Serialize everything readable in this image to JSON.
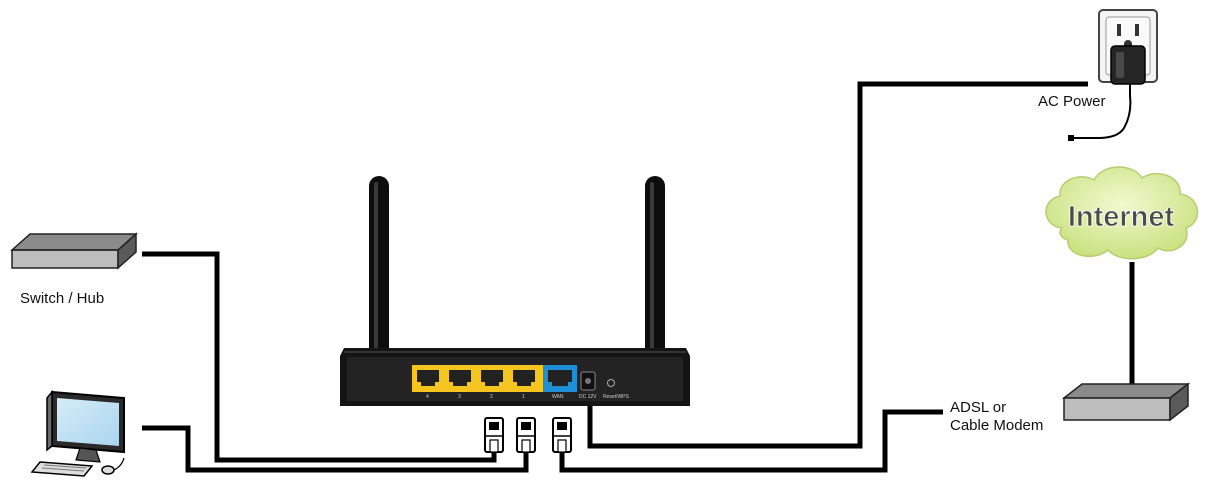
{
  "labels": {
    "ac_power": "AC Power",
    "switch_hub": "Switch / Hub",
    "modem_line1": "ADSL or",
    "modem_line2": "Cable Modem",
    "internet": "Internet"
  },
  "router": {
    "lan_ports": [
      "4",
      "3",
      "2",
      "1"
    ],
    "wan_port": "WAN",
    "power_jack": "DC 12V",
    "reset_button": "Reset/WPS"
  },
  "colors": {
    "lan_panel": "#f3c51e",
    "wan_port": "#1e8fd6",
    "cloud": "#d6eb8f",
    "cable": "#000000"
  }
}
